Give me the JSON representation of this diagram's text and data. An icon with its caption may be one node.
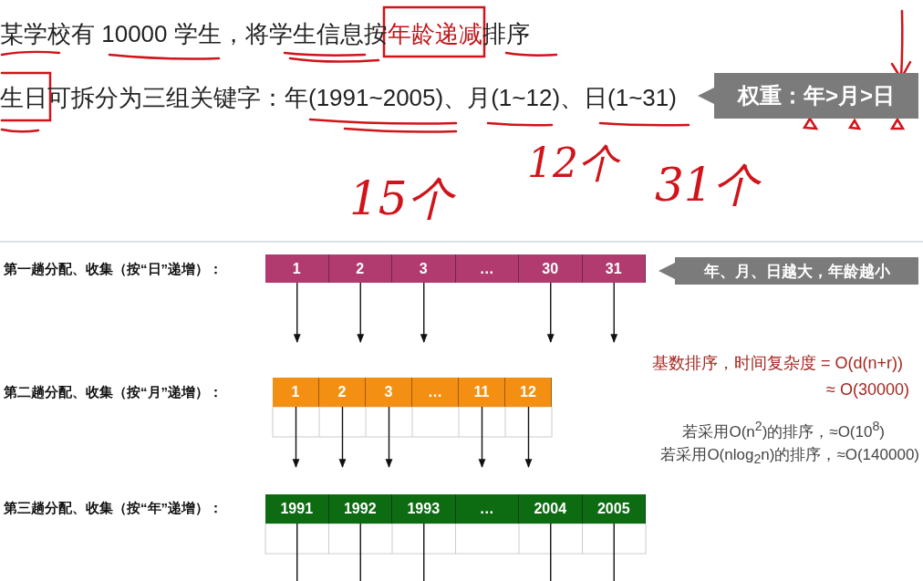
{
  "diagram": {
    "nodes": [
      {
        "text": [
          "权重：年>月>日"
        ]
      },
      {
        "text": [
          "1"
        ]
      },
      {
        "text": [
          "2"
        ]
      },
      {
        "text": [
          "3"
        ]
      },
      {
        "text": [
          "…"
        ]
      },
      {
        "text": [
          "30"
        ]
      },
      {
        "text": [
          "31"
        ]
      },
      {
        "text": [
          "年、月、日越大，年龄越小"
        ]
      },
      {
        "text": [
          "1"
        ]
      },
      {
        "text": [
          "2"
        ]
      },
      {
        "text": [
          "3"
        ]
      },
      {
        "text": [
          "…"
        ]
      },
      {
        "text": [
          "11"
        ]
      },
      {
        "text": [
          "12"
        ]
      },
      {
        "text": [
          "1991"
        ]
      },
      {
        "text": [
          "1992"
        ]
      },
      {
        "text": [
          "1993"
        ]
      },
      {
        "text": [
          "…"
        ]
      },
      {
        "text": [
          "2004"
        ]
      },
      {
        "text": [
          "2005"
        ]
      }
    ],
    "edges": [
      {
        "from": 1,
        "to": null,
        "arrow": "to"
      },
      {
        "from": 2,
        "to": null,
        "arrow": "to"
      },
      {
        "from": 3,
        "to": null,
        "arrow": "to"
      },
      {
        "from": 5,
        "to": null,
        "arrow": "to"
      },
      {
        "from": 6,
        "to": null,
        "arrow": "to"
      },
      {
        "from": 8,
        "to": null,
        "arrow": "to"
      },
      {
        "from": 9,
        "to": null,
        "arrow": "to"
      },
      {
        "from": 10,
        "to": null,
        "arrow": "to"
      },
      {
        "from": 12,
        "to": null,
        "arrow": "to"
      },
      {
        "from": 13,
        "to": null,
        "arrow": "to"
      },
      {
        "from": 14,
        "to": null,
        "arrow": "none"
      },
      {
        "from": 15,
        "to": null,
        "arrow": "none"
      },
      {
        "from": 16,
        "to": null,
        "arrow": "none"
      },
      {
        "from": 18,
        "to": null,
        "arrow": "none"
      },
      {
        "from": 19,
        "to": null,
        "arrow": "none"
      }
    ],
    "labels": [
      "某学校有 10000 学生，将学生信息按**年龄递减**排序",
      "生日可拆分为三组关键字：年(1991~2005)、月(1~12)、日(1~31)",
      "12个",
      "15个",
      "31个",
      "第一趟分配、收集（按“日”递增）：",
      "基数排序，时间复杂度 = O(d(n+r))",
      "≈ O(30000)",
      "第二趟分配、收集（按“月”递增）：",
      "若采用O(n$^{2}$)的排序，≈O(10$^{8}$)",
      "若采用O(nlog$_{2}$n)的排序，≈O(140000)",
      "第三趟分配、收集（按“年”递增）："
    ]
  }
}
